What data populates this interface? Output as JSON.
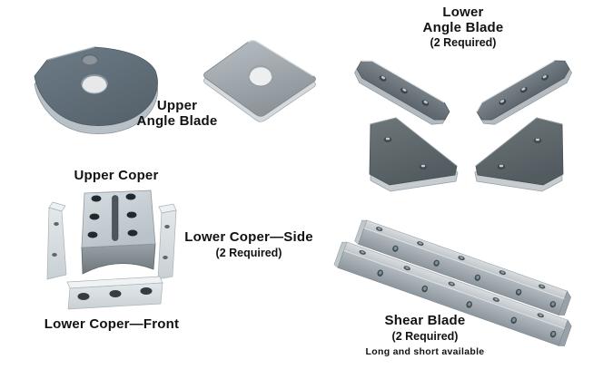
{
  "figure": {
    "title": "Shear and coper blade parts diagram",
    "background": "#ffffff",
    "label_text_color": "#121212"
  },
  "parts": {
    "upper_angle_blade": {
      "label_line1": "Upper",
      "label_line2": "Angle Blade"
    },
    "lower_angle_blade": {
      "label_line1": "Lower",
      "label_line2": "Angle Blade",
      "note": "(2 Required)"
    },
    "upper_coper": {
      "label": "Upper Coper"
    },
    "lower_coper_side": {
      "label": "Lower Coper—Side",
      "note": "(2 Required)"
    },
    "lower_coper_front": {
      "label": "Lower Coper—Front"
    },
    "shear_blade": {
      "label": "Shear Blade",
      "note": "(2 Required)",
      "availability": "Long and short available"
    }
  },
  "colors": {
    "steel_dark": "#5f6c76",
    "steel_medium": "#9aa2a8",
    "steel_light": "#ccd3d8",
    "steel_highlight": "#e8ecee",
    "hole_dark": "#1f2a30"
  }
}
